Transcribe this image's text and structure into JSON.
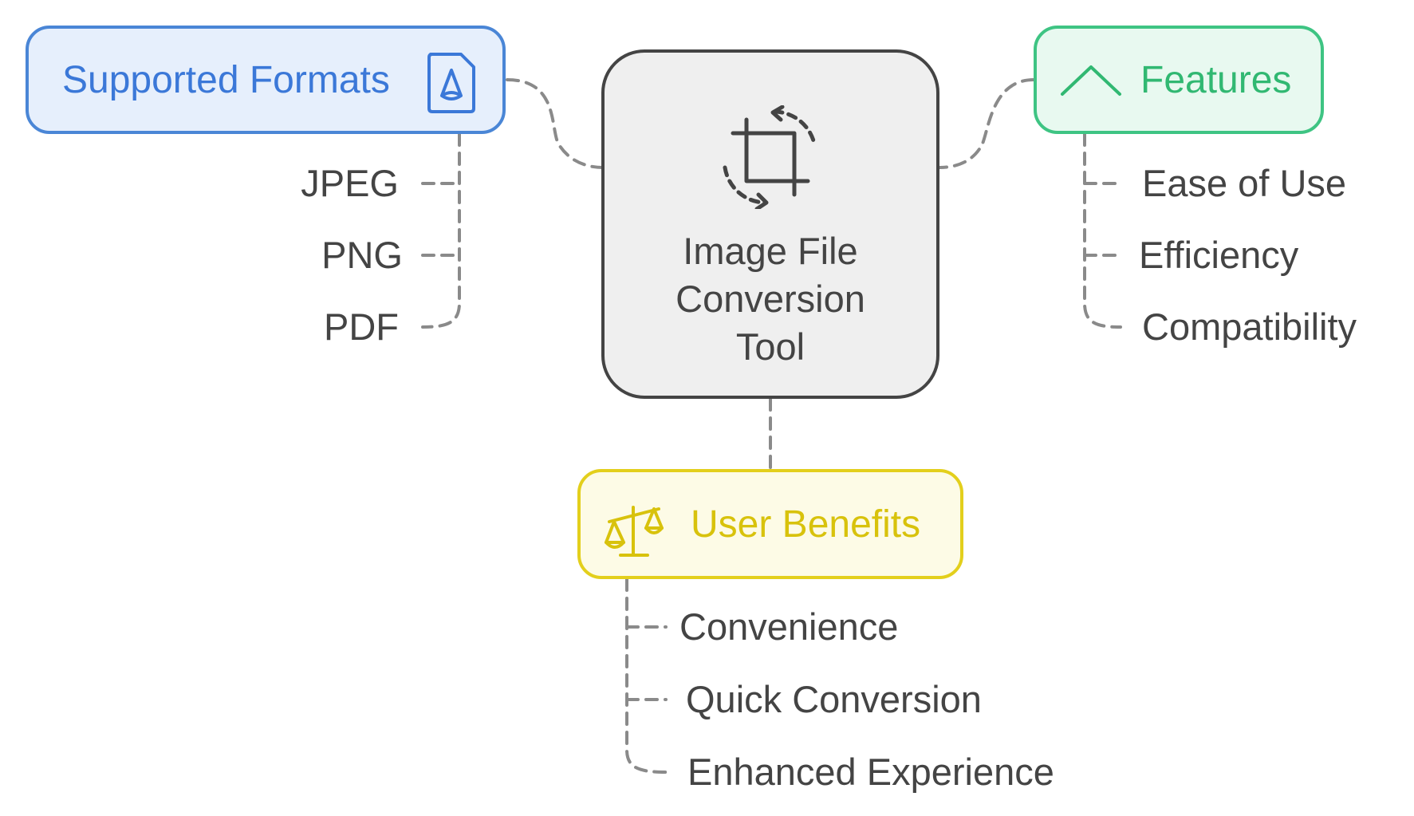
{
  "diagram": {
    "center": {
      "title_lines": [
        "Image File",
        "Conversion",
        "Tool"
      ],
      "icon": "crop-rotate-icon"
    },
    "supported_formats": {
      "label": "Supported Formats",
      "icon": "file-icon",
      "color": "#3b78d8",
      "items": [
        "JPEG",
        "PNG",
        "PDF"
      ]
    },
    "features": {
      "label": "Features",
      "icon": "chevron-up-icon",
      "color": "#31b872",
      "items": [
        "Ease of Use",
        "Efficiency",
        "Compatibility"
      ]
    },
    "user_benefits": {
      "label": "User Benefits",
      "icon": "scale-icon",
      "color": "#d8c20c",
      "items": [
        "Convenience",
        "Quick Conversion",
        "Enhanced Experience"
      ]
    }
  }
}
